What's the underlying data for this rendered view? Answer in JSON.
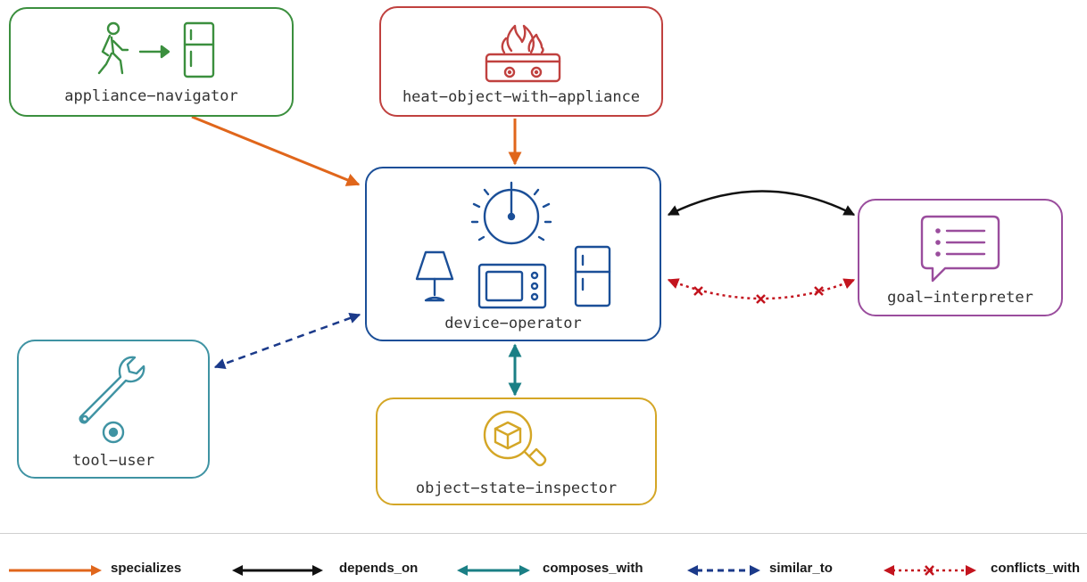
{
  "nodes": {
    "appliance_navigator": {
      "label": "appliance−navigator",
      "color": "#3b8f3e"
    },
    "heat_object": {
      "label": "heat−object−with−appliance",
      "color": "#c0413f"
    },
    "device_operator": {
      "label": "device−operator",
      "color": "#1b4f98"
    },
    "goal_interpreter": {
      "label": "goal−interpreter",
      "color": "#9a4d9d"
    },
    "tool_user": {
      "label": "tool−user",
      "color": "#3f93a3"
    },
    "object_state_inspector": {
      "label": "object−state−inspector",
      "color": "#d4a626"
    }
  },
  "legend": [
    {
      "label": "specializes",
      "color": "#e0661b",
      "style": "solid",
      "arrowheads": "end"
    },
    {
      "label": "depends_on",
      "color": "#111111",
      "style": "solid",
      "arrowheads": "both"
    },
    {
      "label": "composes_with",
      "color": "#1a7f85",
      "style": "solid",
      "arrowheads": "both"
    },
    {
      "label": "similar_to",
      "color": "#1b3a8a",
      "style": "dashed",
      "arrowheads": "both"
    },
    {
      "label": "conflicts_with",
      "color": "#c3141e",
      "style": "dotted-x",
      "arrowheads": "both"
    }
  ],
  "edges": [
    {
      "from": "appliance_navigator",
      "to": "device_operator",
      "relation": "specializes"
    },
    {
      "from": "heat_object",
      "to": "device_operator",
      "relation": "specializes"
    },
    {
      "from": "device_operator",
      "to": "goal_interpreter",
      "relation": "depends_on"
    },
    {
      "from": "device_operator",
      "to": "goal_interpreter",
      "relation": "conflicts_with"
    },
    {
      "from": "device_operator",
      "to": "tool_user",
      "relation": "similar_to"
    },
    {
      "from": "device_operator",
      "to": "object_state_inspector",
      "relation": "composes_with"
    }
  ]
}
